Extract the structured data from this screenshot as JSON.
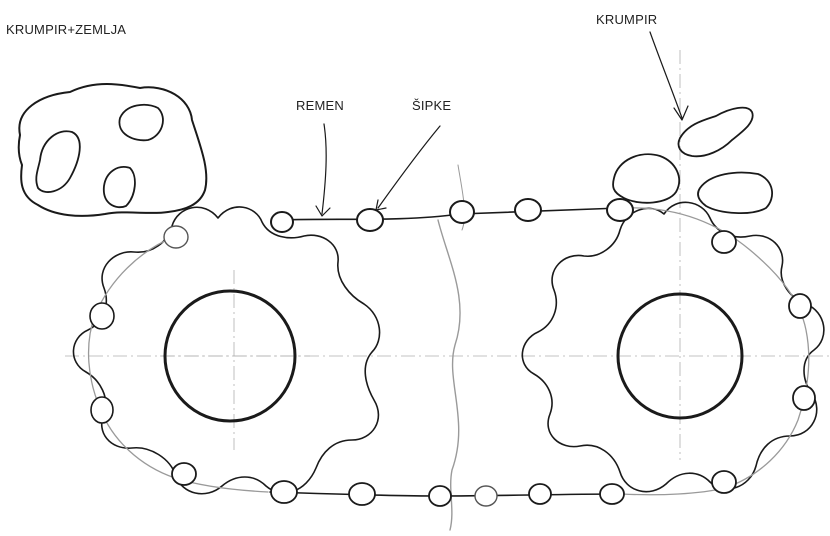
{
  "labels": {
    "soil_potato": "KRUMPIR+ZEMLJA",
    "belt": "REMEN",
    "rods": "ŠIPKE",
    "potato": "KRUMPIR"
  },
  "colors": {
    "ink": "#1a1a1a",
    "faint": "#9a9a9a",
    "background": "#ffffff"
  }
}
